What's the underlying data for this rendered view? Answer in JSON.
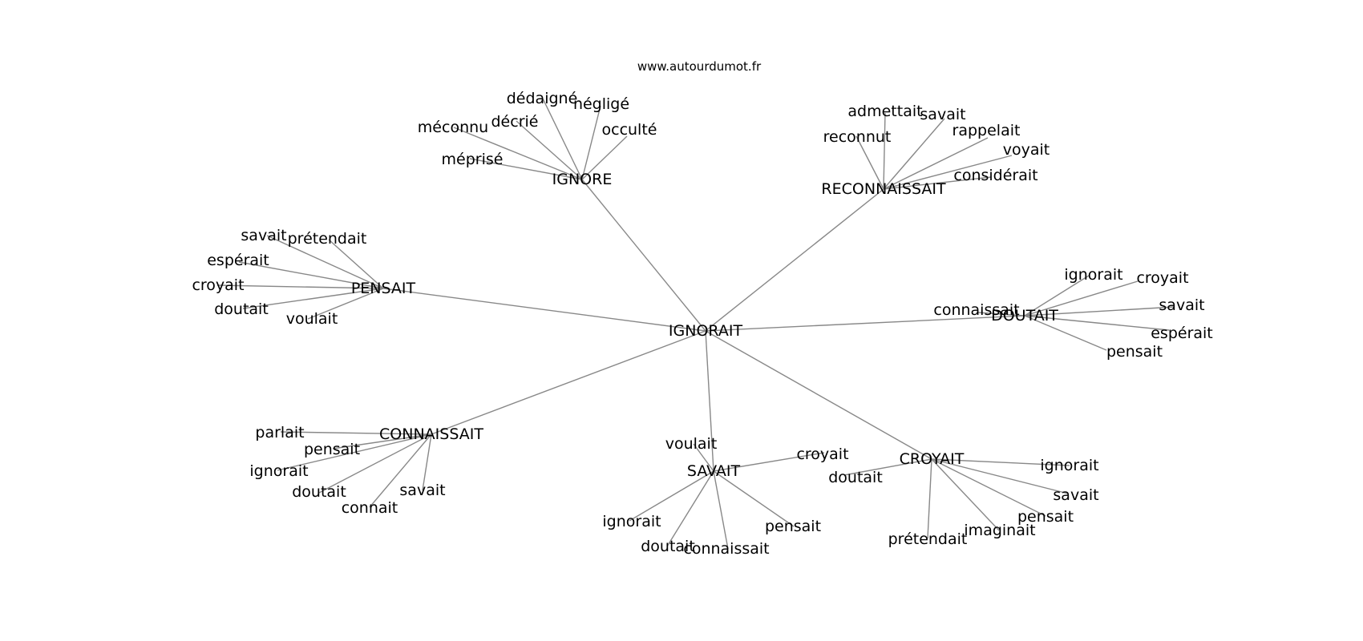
{
  "source": "www.autourdumot.fr",
  "colors": {
    "edge": "#888888",
    "text": "#000000",
    "background": "#ffffff"
  },
  "graph": {
    "center": "IGNORAIT",
    "clusters": [
      {
        "hub": "IGNORE",
        "words": [
          "dédaigné",
          "négligé",
          "décrié",
          "occulté",
          "méconnu",
          "méprisé"
        ]
      },
      {
        "hub": "RECONNAISSAIT",
        "words": [
          "admettait",
          "savait",
          "rappelait",
          "reconnut",
          "voyait",
          "considérait"
        ]
      },
      {
        "hub": "PENSAIT",
        "words": [
          "savait",
          "prétendait",
          "espérait",
          "croyait",
          "doutait",
          "voulait"
        ]
      },
      {
        "hub": "DOUTAIT",
        "words": [
          "ignorait",
          "croyait",
          "connaissait",
          "savait",
          "espérait",
          "pensait"
        ]
      },
      {
        "hub": "CONNAISSAIT",
        "words": [
          "parlait",
          "pensait",
          "ignorait",
          "doutait",
          "connait",
          "savait"
        ]
      },
      {
        "hub": "SAVAIT",
        "words": [
          "voulait",
          "croyait",
          "ignorait",
          "doutait",
          "connaissait",
          "pensait"
        ]
      },
      {
        "hub": "CROYAIT",
        "words": [
          "doutait",
          "ignorait",
          "savait",
          "pensait",
          "imaginait",
          "prétendait"
        ]
      }
    ]
  }
}
